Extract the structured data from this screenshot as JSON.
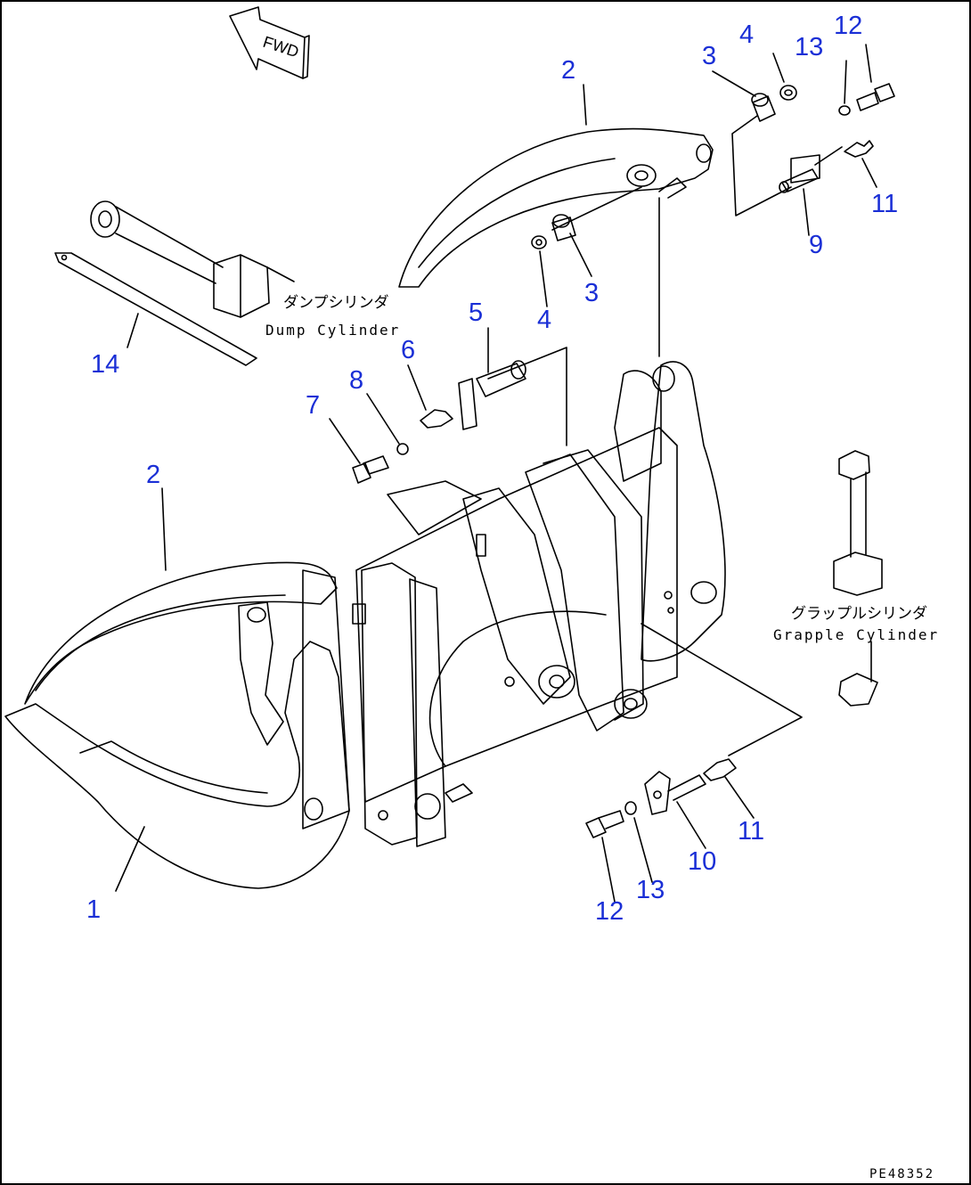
{
  "direction_marker": "FWD",
  "labels": {
    "dump_cylinder_jp": "ダンプシリンダ",
    "dump_cylinder_en": "Dump Cylinder",
    "grapple_cylinder_jp": "グラップルシリンダ",
    "grapple_cylinder_en": "Grapple Cylinder"
  },
  "callouts": [
    "1",
    "2",
    "2",
    "3",
    "3",
    "4",
    "4",
    "5",
    "6",
    "7",
    "8",
    "9",
    "10",
    "11",
    "11",
    "12",
    "12",
    "13",
    "13",
    "14"
  ],
  "drawing_code": "PE48352",
  "colors": {
    "callout": "#1a2fd6",
    "line": "#000000",
    "background": "#ffffff"
  }
}
